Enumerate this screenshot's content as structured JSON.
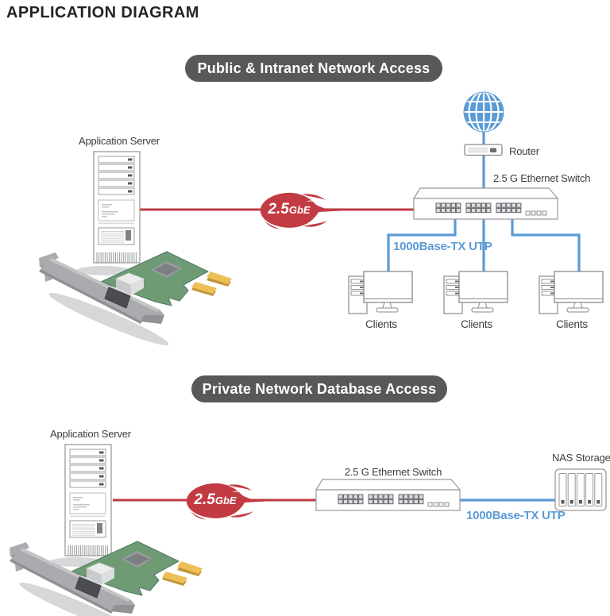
{
  "title": "APPLICATION DIAGRAM",
  "colors": {
    "link_red": "#be3a42",
    "flame_red": "#c23a42",
    "link_blue": "#5b9bd5",
    "pill_gray": "#595757",
    "pcb_green": "#6f9b74",
    "gold_finger": "#edbf57",
    "device_outline": "#9a9a9a"
  },
  "section1": {
    "heading": "Public & Intranet Network Access",
    "application_server_label": "Application Server",
    "router_label": "Router",
    "switch_label": "2.5 G Ethernet Switch",
    "badge": {
      "value": "2.5",
      "unit": "GbE"
    },
    "utp_label": "1000Base-TX UTP",
    "clients": [
      {
        "label": "Clients"
      },
      {
        "label": "Clients"
      },
      {
        "label": "Clients"
      }
    ]
  },
  "section2": {
    "heading": "Private Network Database Access",
    "application_server_label": "Application Server",
    "switch_label": "2.5 G Ethernet Switch",
    "badge": {
      "value": "2.5",
      "unit": "GbE"
    },
    "utp_label": "1000Base-TX UTP",
    "nas_label": "NAS Storage"
  }
}
